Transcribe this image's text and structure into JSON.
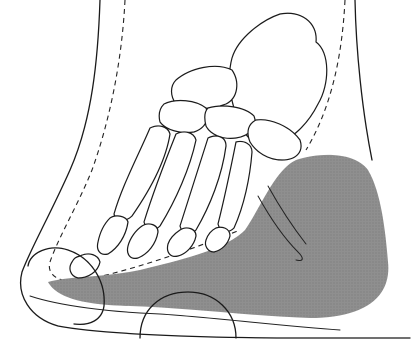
{
  "figure": {
    "colors": {
      "background": "#ffffff",
      "line": "#1a1a1a",
      "shaded_region": "#8f8f8f"
    },
    "parts": [
      "outer-outline",
      "dashed-inner-outline",
      "foot-bones",
      "shaded-sole-region",
      "toe-bulge",
      "heel-bump"
    ]
  }
}
